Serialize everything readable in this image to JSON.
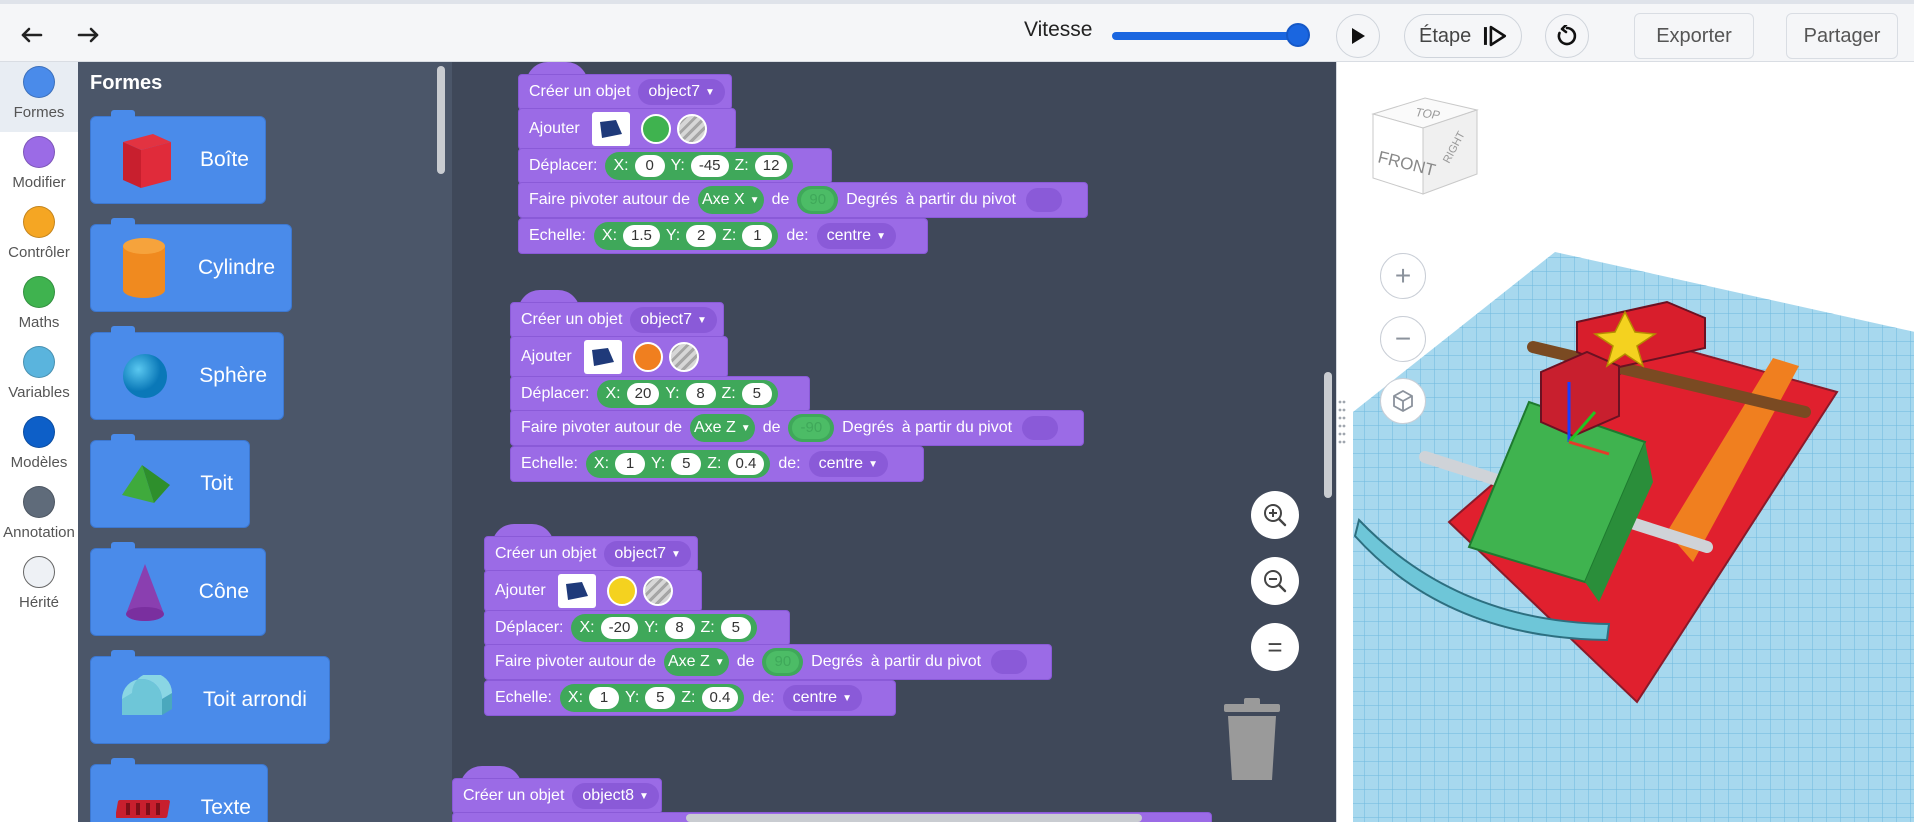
{
  "toolbar": {
    "undo_icon": "undo-arrow",
    "redo_icon": "redo-arrow",
    "speed_label": "Vitesse",
    "speed_level": 1.0,
    "step_label": "Étape",
    "export_label": "Exporter",
    "share_label": "Partager"
  },
  "categories": [
    {
      "label": "Formes",
      "color": "#4a8bea"
    },
    {
      "label": "Modifier",
      "color": "#9b6be6"
    },
    {
      "label": "Contrôler",
      "color": "#f5a623"
    },
    {
      "label": "Maths",
      "color": "#3fb34f"
    },
    {
      "label": "Variables",
      "color": "#5ab4dd"
    },
    {
      "label": "Modèles",
      "color": "#0d5fc8"
    },
    {
      "label": "Annotation",
      "color": "#5f6b7a"
    },
    {
      "label": "Hérité",
      "color": "#eef1f5"
    }
  ],
  "palette": {
    "title": "Formes",
    "blocks": [
      {
        "label": "Boîte",
        "icon": "red-box-icon"
      },
      {
        "label": "Cylindre",
        "icon": "orange-cylinder-icon"
      },
      {
        "label": "Sphère",
        "icon": "blue-sphere-icon"
      },
      {
        "label": "Toit",
        "icon": "green-roof-icon"
      },
      {
        "label": "Cône",
        "icon": "purple-cone-icon"
      },
      {
        "label": "Toit arrondi",
        "icon": "teal-rounded-roof-icon"
      },
      {
        "label": "Texte",
        "icon": "red-text-icon"
      }
    ]
  },
  "script_groups": [
    {
      "create_label": "Créer un objet",
      "object": "object7",
      "add_label": "Ajouter",
      "color": "#3fb34f",
      "move_label": "Déplacer:",
      "move": {
        "x": "0",
        "y": "-45",
        "z": "12"
      },
      "rotate_label": "Faire pivoter autour de",
      "axis": "Axe X",
      "rotate_de": "de",
      "angle": "90",
      "degrees_label": "Degrés",
      "pivot_label": "à partir du pivot",
      "scale_label": "Echelle:",
      "scale": {
        "x": "1.5",
        "y": "2",
        "z": "1"
      },
      "scale_de": "de:",
      "scale_from": "centre"
    },
    {
      "create_label": "Créer un objet",
      "object": "object7",
      "add_label": "Ajouter",
      "color": "#f07f1f",
      "move_label": "Déplacer:",
      "move": {
        "x": "20",
        "y": "8",
        "z": "5"
      },
      "rotate_label": "Faire pivoter autour de",
      "axis": "Axe Z",
      "rotate_de": "de",
      "angle": "-90",
      "degrees_label": "Degrés",
      "pivot_label": "à partir du pivot",
      "scale_label": "Echelle:",
      "scale": {
        "x": "1",
        "y": "5",
        "z": "0.4"
      },
      "scale_de": "de:",
      "scale_from": "centre"
    },
    {
      "create_label": "Créer un objet",
      "object": "object7",
      "add_label": "Ajouter",
      "color": "#f4d21f",
      "move_label": "Déplacer:",
      "move": {
        "x": "-20",
        "y": "8",
        "z": "5"
      },
      "rotate_label": "Faire pivoter autour de",
      "axis": "Axe Z",
      "rotate_de": "de",
      "angle": "90",
      "degrees_label": "Degrés",
      "pivot_label": "à partir du pivot",
      "scale_label": "Echelle:",
      "scale": {
        "x": "1",
        "y": "5",
        "z": "0.4"
      },
      "scale_de": "de:",
      "scale_from": "centre"
    }
  ],
  "partial_group": {
    "create_label": "Créer un objet",
    "object": "object8"
  },
  "viewcube": {
    "top": "TOP",
    "front": "FRONT",
    "right": "RIGHT"
  },
  "viewport_controls": {
    "zoom_in": "+",
    "zoom_out": "−"
  },
  "workspace_controls": {
    "reset_label": "="
  }
}
